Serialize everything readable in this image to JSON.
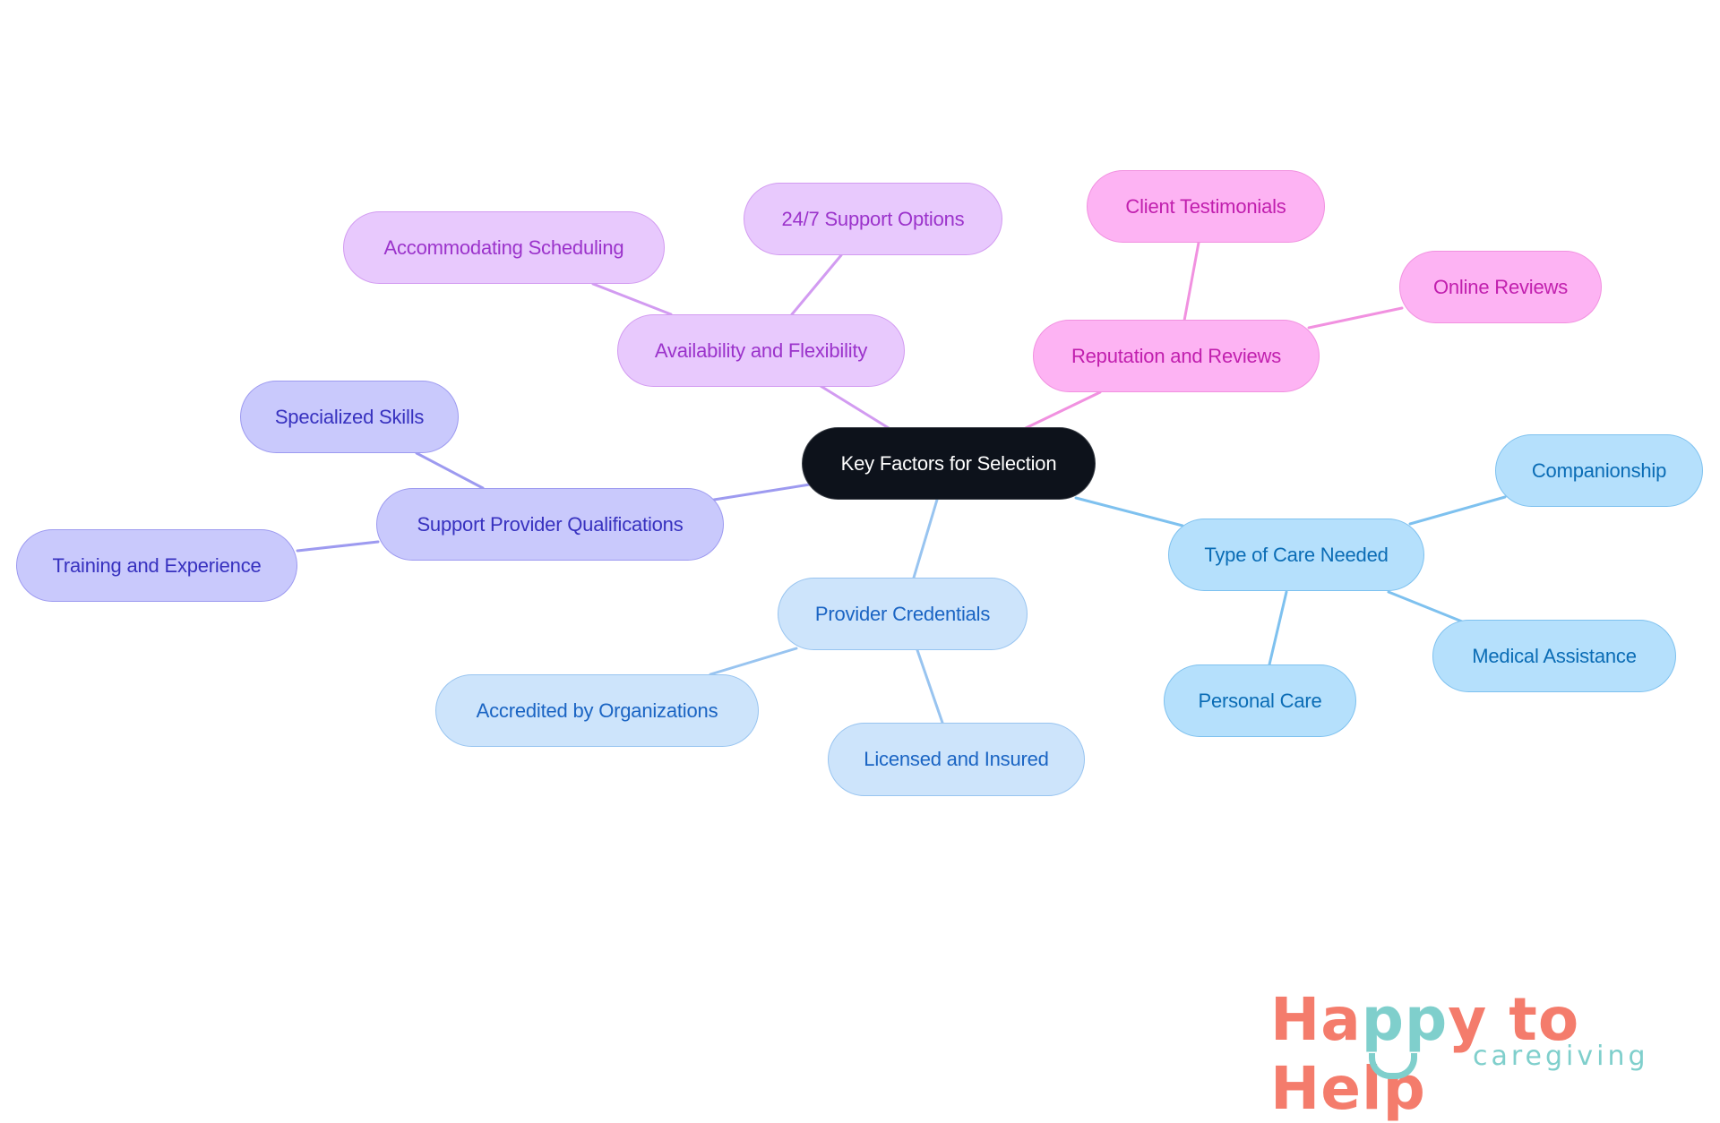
{
  "diagram": {
    "type": "mind-map",
    "root": {
      "label": "Key Factors for Selection",
      "color": "#0d121b"
    },
    "branches": [
      {
        "label": "Availability and Flexibility",
        "color": "#d29bf1",
        "children": [
          "Accommodating Scheduling",
          "24/7 Support Options"
        ]
      },
      {
        "label": "Reputation and Reviews",
        "color": "#f191e0",
        "children": [
          "Client Testimonials",
          "Online Reviews"
        ]
      },
      {
        "label": "Support Provider Qualifications",
        "color": "#9d9af0",
        "children": [
          "Specialized Skills",
          "Training and Experience"
        ]
      },
      {
        "label": "Provider Credentials",
        "color": "#98c4f0",
        "children": [
          "Accredited by Organizations",
          "Licensed and Insured"
        ]
      },
      {
        "label": "Type of Care Needed",
        "color": "#7ec1ef",
        "children": [
          "Companionship",
          "Medical Assistance",
          "Personal Care"
        ]
      }
    ]
  },
  "nodes": {
    "root": "Key Factors for Selection",
    "availability": "Availability and Flexibility",
    "accommodating": "Accommodating Scheduling",
    "support247": "24/7 Support Options",
    "reputation": "Reputation and Reviews",
    "testimonials": "Client Testimonials",
    "online_reviews": "Online Reviews",
    "qualifications": "Support Provider Qualifications",
    "specialized": "Specialized Skills",
    "training": "Training and Experience",
    "credentials": "Provider Credentials",
    "accredited": "Accredited by Organizations",
    "licensed": "Licensed and Insured",
    "type_of_care": "Type of Care Needed",
    "companionship": "Companionship",
    "medical": "Medical Assistance",
    "personal": "Personal Care"
  },
  "logo": {
    "part1": "Ha",
    "part2": "pp",
    "part3": "y to Help",
    "tagline": "caregiving",
    "colors": {
      "coral": "#f47c6c",
      "teal": "#7fcfcc"
    }
  }
}
